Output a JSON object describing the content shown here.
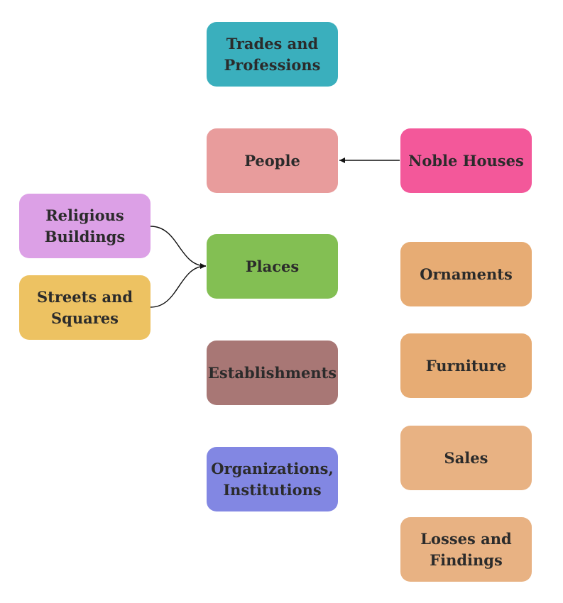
{
  "nodes": {
    "trades": {
      "label": "Trades and\nProfessions",
      "color": "#3aafbd"
    },
    "people": {
      "label": "People",
      "color": "#e89c9c"
    },
    "noble": {
      "label": "Noble Houses",
      "color": "#f3589a"
    },
    "religious": {
      "label": "Religious\nBuildings",
      "color": "#dca0e6"
    },
    "places": {
      "label": "Places",
      "color": "#83bf53"
    },
    "streets": {
      "label": "Streets and\nSquares",
      "color": "#edc262"
    },
    "ornaments": {
      "label": "Ornaments",
      "color": "#e7ac74"
    },
    "establishments": {
      "label": "Establishments",
      "color": "#a87775"
    },
    "furniture": {
      "label": "Furniture",
      "color": "#e7ac74"
    },
    "sales": {
      "label": "Sales",
      "color": "#e8b283"
    },
    "organizations": {
      "label": "Organizations,\nInstitutions",
      "color": "#8287e3"
    },
    "losses": {
      "label": "Losses and\nFindings",
      "color": "#e8b283"
    }
  },
  "edges": [
    {
      "from": "noble",
      "to": "people"
    },
    {
      "from": "religious",
      "to": "places"
    },
    {
      "from": "streets",
      "to": "places"
    }
  ]
}
